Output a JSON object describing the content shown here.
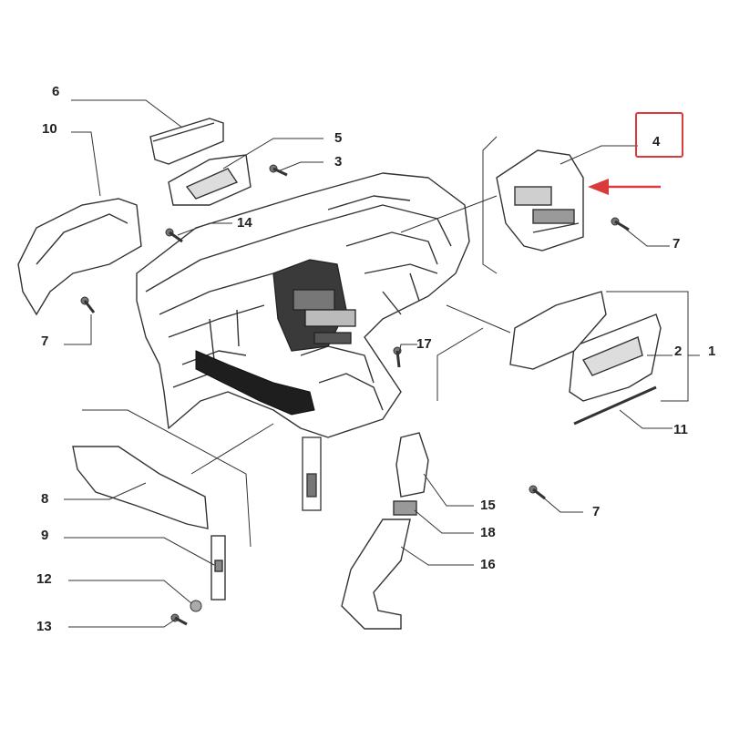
{
  "diagram": {
    "accent_color": "#d93a3a",
    "highlighted_part": "4",
    "callouts": {
      "c1": "1",
      "c2": "2",
      "c3": "3",
      "c4": "4",
      "c5": "5",
      "c6": "6",
      "c7a": "7",
      "c7b": "7",
      "c7c": "7",
      "c8": "8",
      "c9": "9",
      "c10": "10",
      "c11": "11",
      "c12": "12",
      "c13": "13",
      "c14": "14",
      "c15": "15",
      "c16": "16",
      "c17": "17",
      "c18": "18"
    }
  }
}
